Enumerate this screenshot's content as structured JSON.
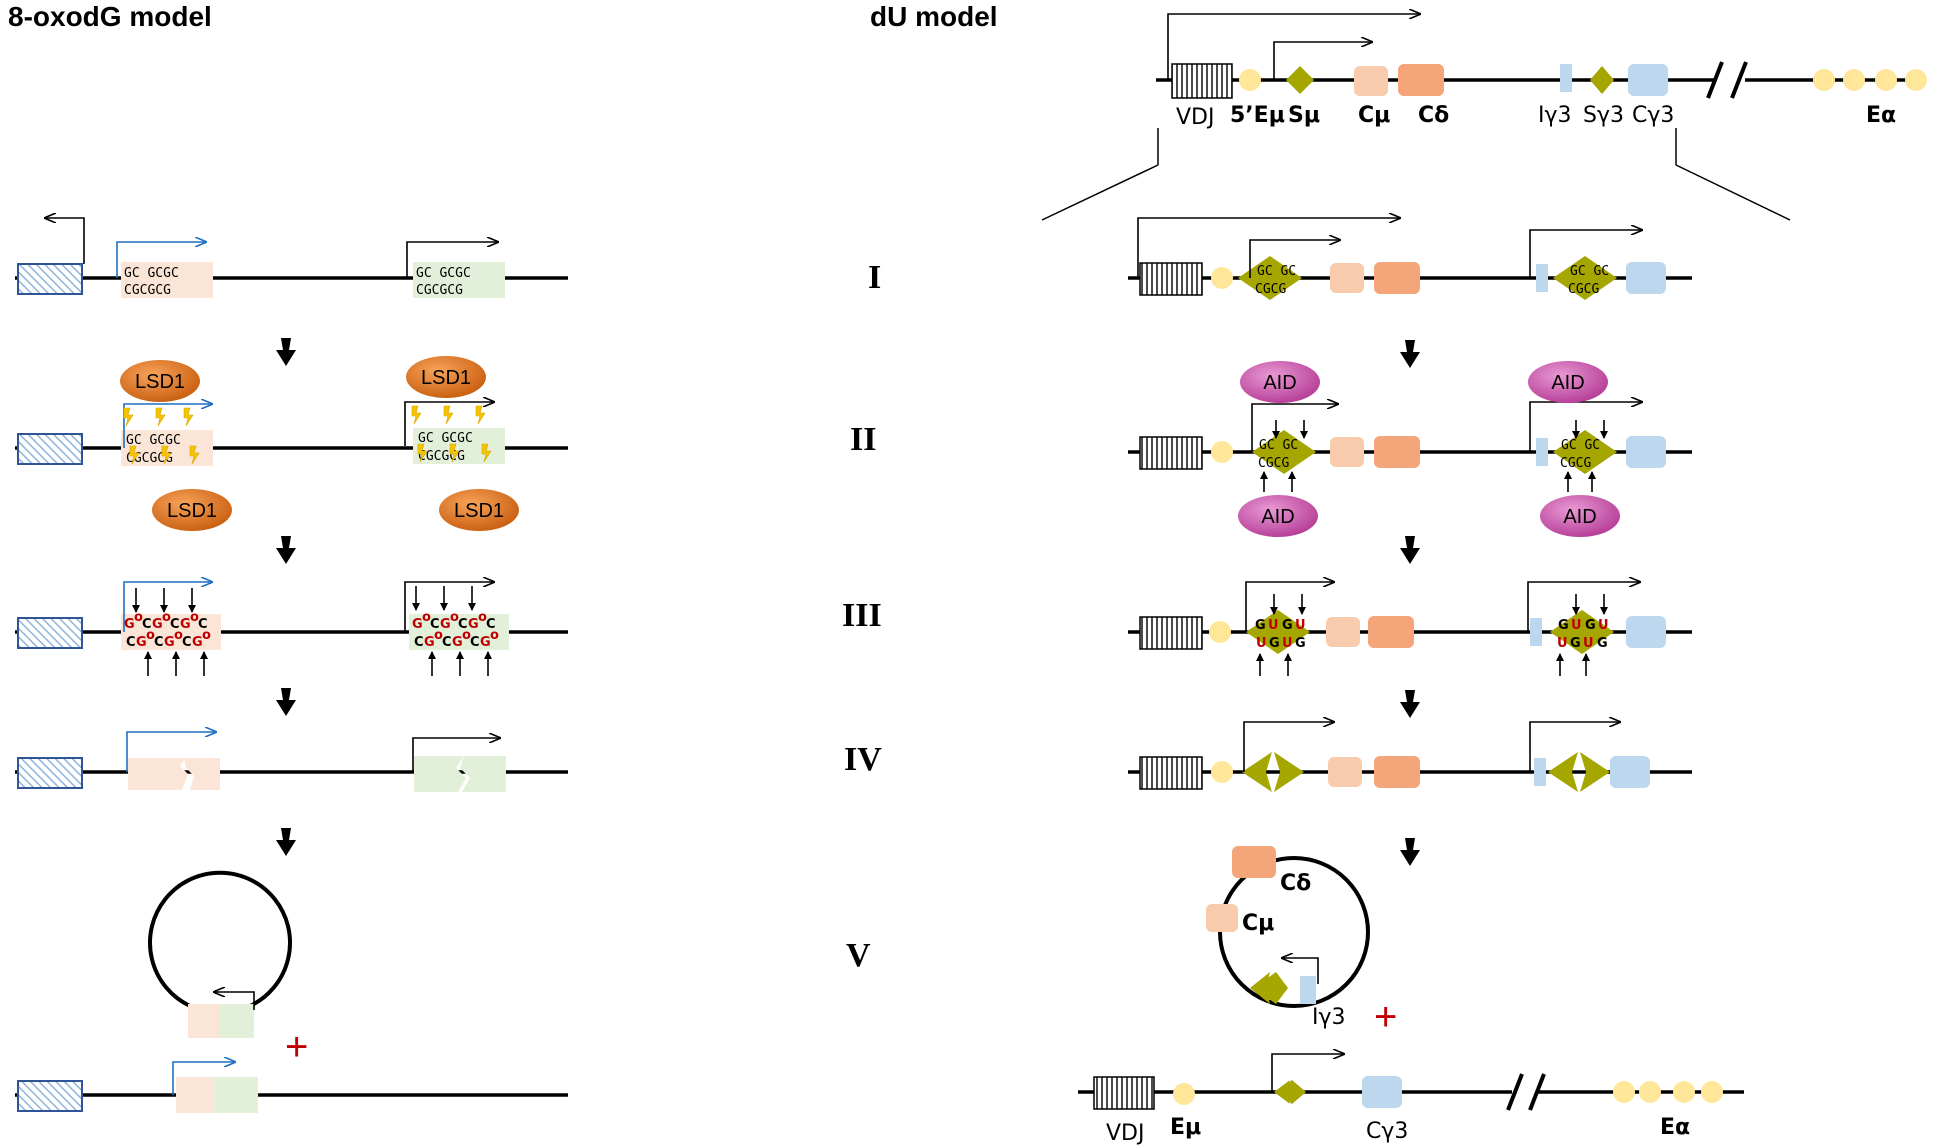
{
  "left_panel": {
    "title": "8-oxodG model",
    "gc_top": "GC GCGC",
    "gc_bottom": "CGCGCG",
    "enzyme": "LSD1",
    "ox_G": "G",
    "ox_mark": "o",
    "ox_C": "C",
    "plus": "+"
  },
  "right_panel": {
    "title": "dU model",
    "labels": {
      "vdj": "VDJ",
      "e5mu": "5’Eμ",
      "smu": "Sμ",
      "cmu": "Cμ",
      "cdelta": "Cδ",
      "igamma3": "Iγ3",
      "sgamma3": "Sγ3",
      "cgamma3": "Cγ3",
      "ealpha": "Eα",
      "emu": "Eμ"
    },
    "steps": [
      "I",
      "II",
      "III",
      "IV",
      "V"
    ],
    "enzyme": "AID",
    "seq_top": "GC GC",
    "seq_bottom": "CGCG",
    "u_letter": "U",
    "g_letter": "G",
    "plus": "+"
  },
  "colors": {
    "pink_box": "#fbe5d6",
    "green_box": "#e2f0d9",
    "lsd1": "#e8761e",
    "aid": "#d65db6",
    "olive": "#a6a600",
    "cmu": "#f8cbad",
    "cdelta": "#f4a57a",
    "cgamma3": "#bdd7ee",
    "yellow_dot": "#ffe699",
    "red": "#c00000",
    "blue_arrow": "#1f6fc0",
    "hatch_blue": "#2f5597"
  }
}
